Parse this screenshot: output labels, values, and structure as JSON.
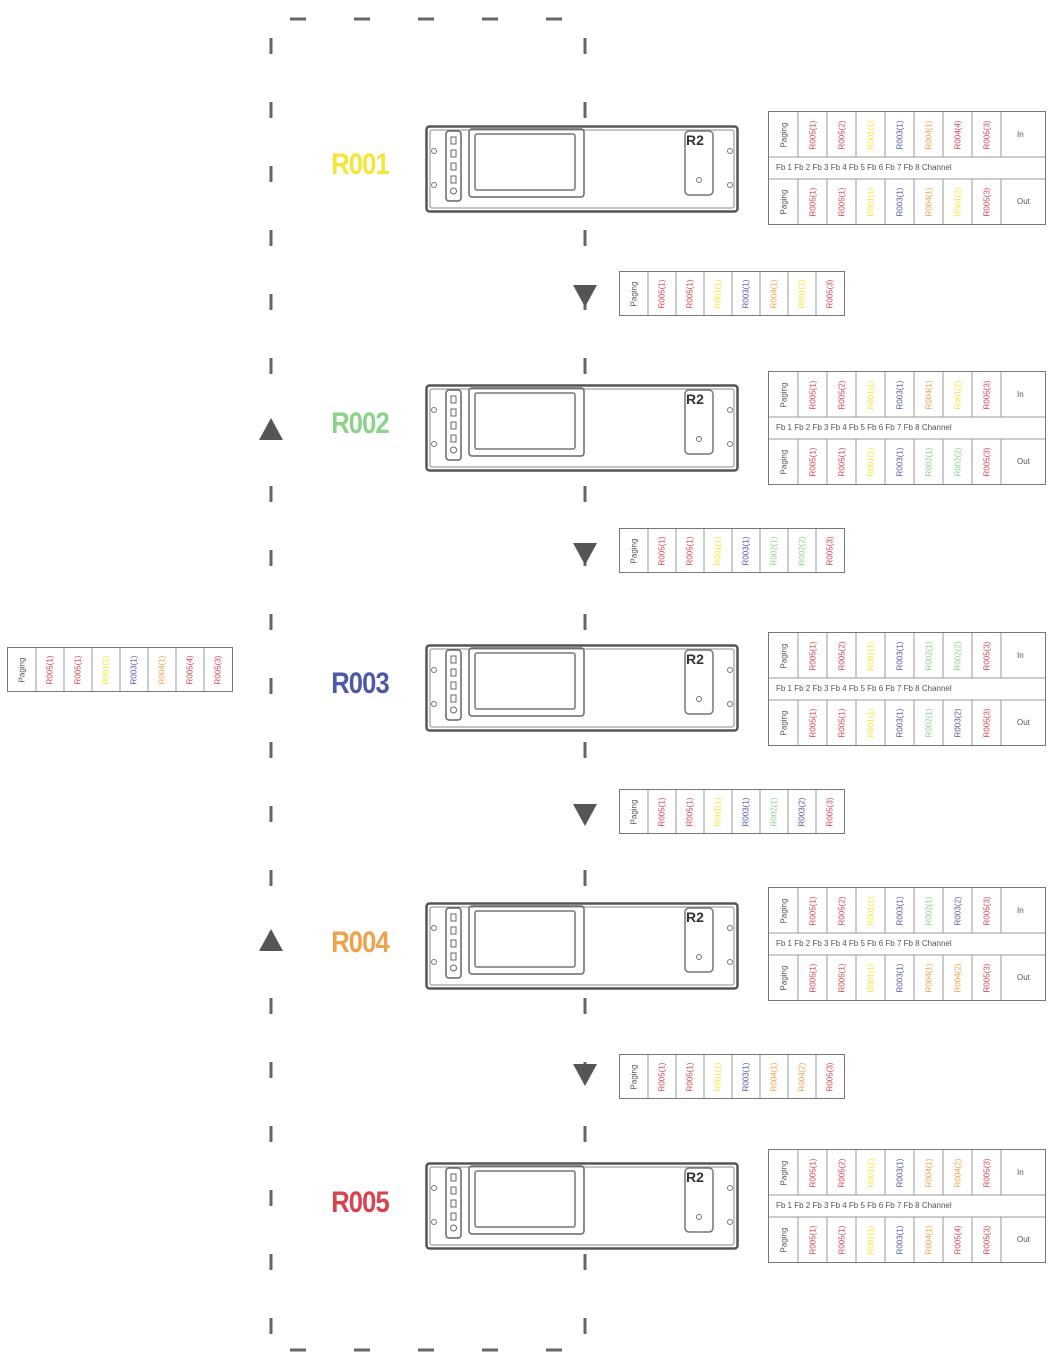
{
  "colors": {
    "yellow": "#f5e636",
    "green": "#8cd18c",
    "blue": "#4e58a8",
    "orange": "#f0a24a",
    "red": "#d9434e",
    "gray": "#666666"
  },
  "nodes": [
    {
      "label": "R001",
      "color": "#f5e636",
      "device_tag": "R2"
    },
    {
      "label": "R002",
      "color": "#8cd18c",
      "device_tag": "R2"
    },
    {
      "label": "R003",
      "color": "#4e58a8",
      "device_tag": "R2"
    },
    {
      "label": "R004",
      "color": "#f0a24a",
      "device_tag": "R2"
    },
    {
      "label": "R005",
      "color": "#d9434e",
      "device_tag": "R2"
    }
  ],
  "table_text": {
    "paging": "Paging",
    "in": "In",
    "out": "Out",
    "fb_row": "Fb 1 Fb 2 Fb 3 Fb 4 Fb 5 Fb 6 Fb 7 Fb 8 Channel"
  },
  "node_tables": [
    {
      "in": [
        [
          "R005(1)",
          "red"
        ],
        [
          "R005(2)",
          "red"
        ],
        [
          "R001(1)",
          "yellow"
        ],
        [
          "R003(1)",
          "blue"
        ],
        [
          "R004(1)",
          "orange"
        ],
        [
          "R004(4)",
          "red"
        ],
        [
          "R005(3)",
          "red"
        ]
      ],
      "out": [
        [
          "R005(1)",
          "red"
        ],
        [
          "R005(1)",
          "red"
        ],
        [
          "R001(1)",
          "yellow"
        ],
        [
          "R003(1)",
          "blue"
        ],
        [
          "R004(1)",
          "orange"
        ],
        [
          "R001(2)",
          "yellow"
        ],
        [
          "R005(3)",
          "red"
        ]
      ]
    },
    {
      "in": [
        [
          "R005(1)",
          "red"
        ],
        [
          "R005(2)",
          "red"
        ],
        [
          "R001(1)",
          "yellow"
        ],
        [
          "R003(1)",
          "blue"
        ],
        [
          "R004(1)",
          "orange"
        ],
        [
          "R001(2)",
          "yellow"
        ],
        [
          "R005(3)",
          "red"
        ]
      ],
      "out": [
        [
          "R005(1)",
          "red"
        ],
        [
          "R005(1)",
          "red"
        ],
        [
          "R001(1)",
          "yellow"
        ],
        [
          "R003(1)",
          "blue"
        ],
        [
          "R002(1)",
          "green"
        ],
        [
          "R002(2)",
          "green"
        ],
        [
          "R005(3)",
          "red"
        ]
      ]
    },
    {
      "in": [
        [
          "R005(1)",
          "red"
        ],
        [
          "R005(2)",
          "red"
        ],
        [
          "R001(1)",
          "yellow"
        ],
        [
          "R003(1)",
          "blue"
        ],
        [
          "R002(1)",
          "green"
        ],
        [
          "R002(2)",
          "green"
        ],
        [
          "R005(3)",
          "red"
        ]
      ],
      "out": [
        [
          "R005(1)",
          "red"
        ],
        [
          "R005(1)",
          "red"
        ],
        [
          "R001(1)",
          "yellow"
        ],
        [
          "R003(1)",
          "blue"
        ],
        [
          "R002(1)",
          "green"
        ],
        [
          "R003(2)",
          "blue"
        ],
        [
          "R005(3)",
          "red"
        ]
      ]
    },
    {
      "in": [
        [
          "R005(1)",
          "red"
        ],
        [
          "R005(2)",
          "red"
        ],
        [
          "R001(1)",
          "yellow"
        ],
        [
          "R003(1)",
          "blue"
        ],
        [
          "R002(1)",
          "green"
        ],
        [
          "R003(2)",
          "blue"
        ],
        [
          "R005(3)",
          "red"
        ]
      ],
      "out": [
        [
          "R005(1)",
          "red"
        ],
        [
          "R005(1)",
          "red"
        ],
        [
          "R001(1)",
          "yellow"
        ],
        [
          "R003(1)",
          "blue"
        ],
        [
          "R004(1)",
          "orange"
        ],
        [
          "R004(2)",
          "orange"
        ],
        [
          "R005(3)",
          "red"
        ]
      ]
    },
    {
      "in": [
        [
          "R005(1)",
          "red"
        ],
        [
          "R005(2)",
          "red"
        ],
        [
          "R001(1)",
          "yellow"
        ],
        [
          "R003(1)",
          "blue"
        ],
        [
          "R004(1)",
          "orange"
        ],
        [
          "R004(2)",
          "orange"
        ],
        [
          "R005(3)",
          "red"
        ]
      ],
      "out": [
        [
          "R005(1)",
          "red"
        ],
        [
          "R005(1)",
          "red"
        ],
        [
          "R001(1)",
          "yellow"
        ],
        [
          "R003(1)",
          "blue"
        ],
        [
          "R004(1)",
          "orange"
        ],
        [
          "R005(4)",
          "red"
        ],
        [
          "R005(3)",
          "red"
        ]
      ]
    }
  ],
  "link_tables": [
    [
      [
        "R005(1)",
        "red"
      ],
      [
        "R005(1)",
        "red"
      ],
      [
        "R001(1)",
        "yellow"
      ],
      [
        "R003(1)",
        "blue"
      ],
      [
        "R004(1)",
        "orange"
      ],
      [
        "R001(2)",
        "yellow"
      ],
      [
        "R005(3)",
        "red"
      ]
    ],
    [
      [
        "R005(1)",
        "red"
      ],
      [
        "R005(1)",
        "red"
      ],
      [
        "R001(1)",
        "yellow"
      ],
      [
        "R003(1)",
        "blue"
      ],
      [
        "R002(1)",
        "green"
      ],
      [
        "R002(2)",
        "green"
      ],
      [
        "R005(3)",
        "red"
      ]
    ],
    [
      [
        "R005(1)",
        "red"
      ],
      [
        "R005(1)",
        "red"
      ],
      [
        "R001(1)",
        "yellow"
      ],
      [
        "R003(1)",
        "blue"
      ],
      [
        "R002(1)",
        "green"
      ],
      [
        "R003(2)",
        "blue"
      ],
      [
        "R005(3)",
        "red"
      ]
    ],
    [
      [
        "R005(1)",
        "red"
      ],
      [
        "R005(1)",
        "red"
      ],
      [
        "R001(1)",
        "yellow"
      ],
      [
        "R003(1)",
        "blue"
      ],
      [
        "R004(1)",
        "orange"
      ],
      [
        "R004(2)",
        "orange"
      ],
      [
        "R005(3)",
        "red"
      ]
    ]
  ],
  "return_table": [
    [
      "R005(1)",
      "red"
    ],
    [
      "R005(1)",
      "red"
    ],
    [
      "R001(1)",
      "yellow"
    ],
    [
      "R003(1)",
      "blue"
    ],
    [
      "R004(1)",
      "orange"
    ],
    [
      "R005(4)",
      "red"
    ],
    [
      "R005(3)",
      "red"
    ]
  ]
}
